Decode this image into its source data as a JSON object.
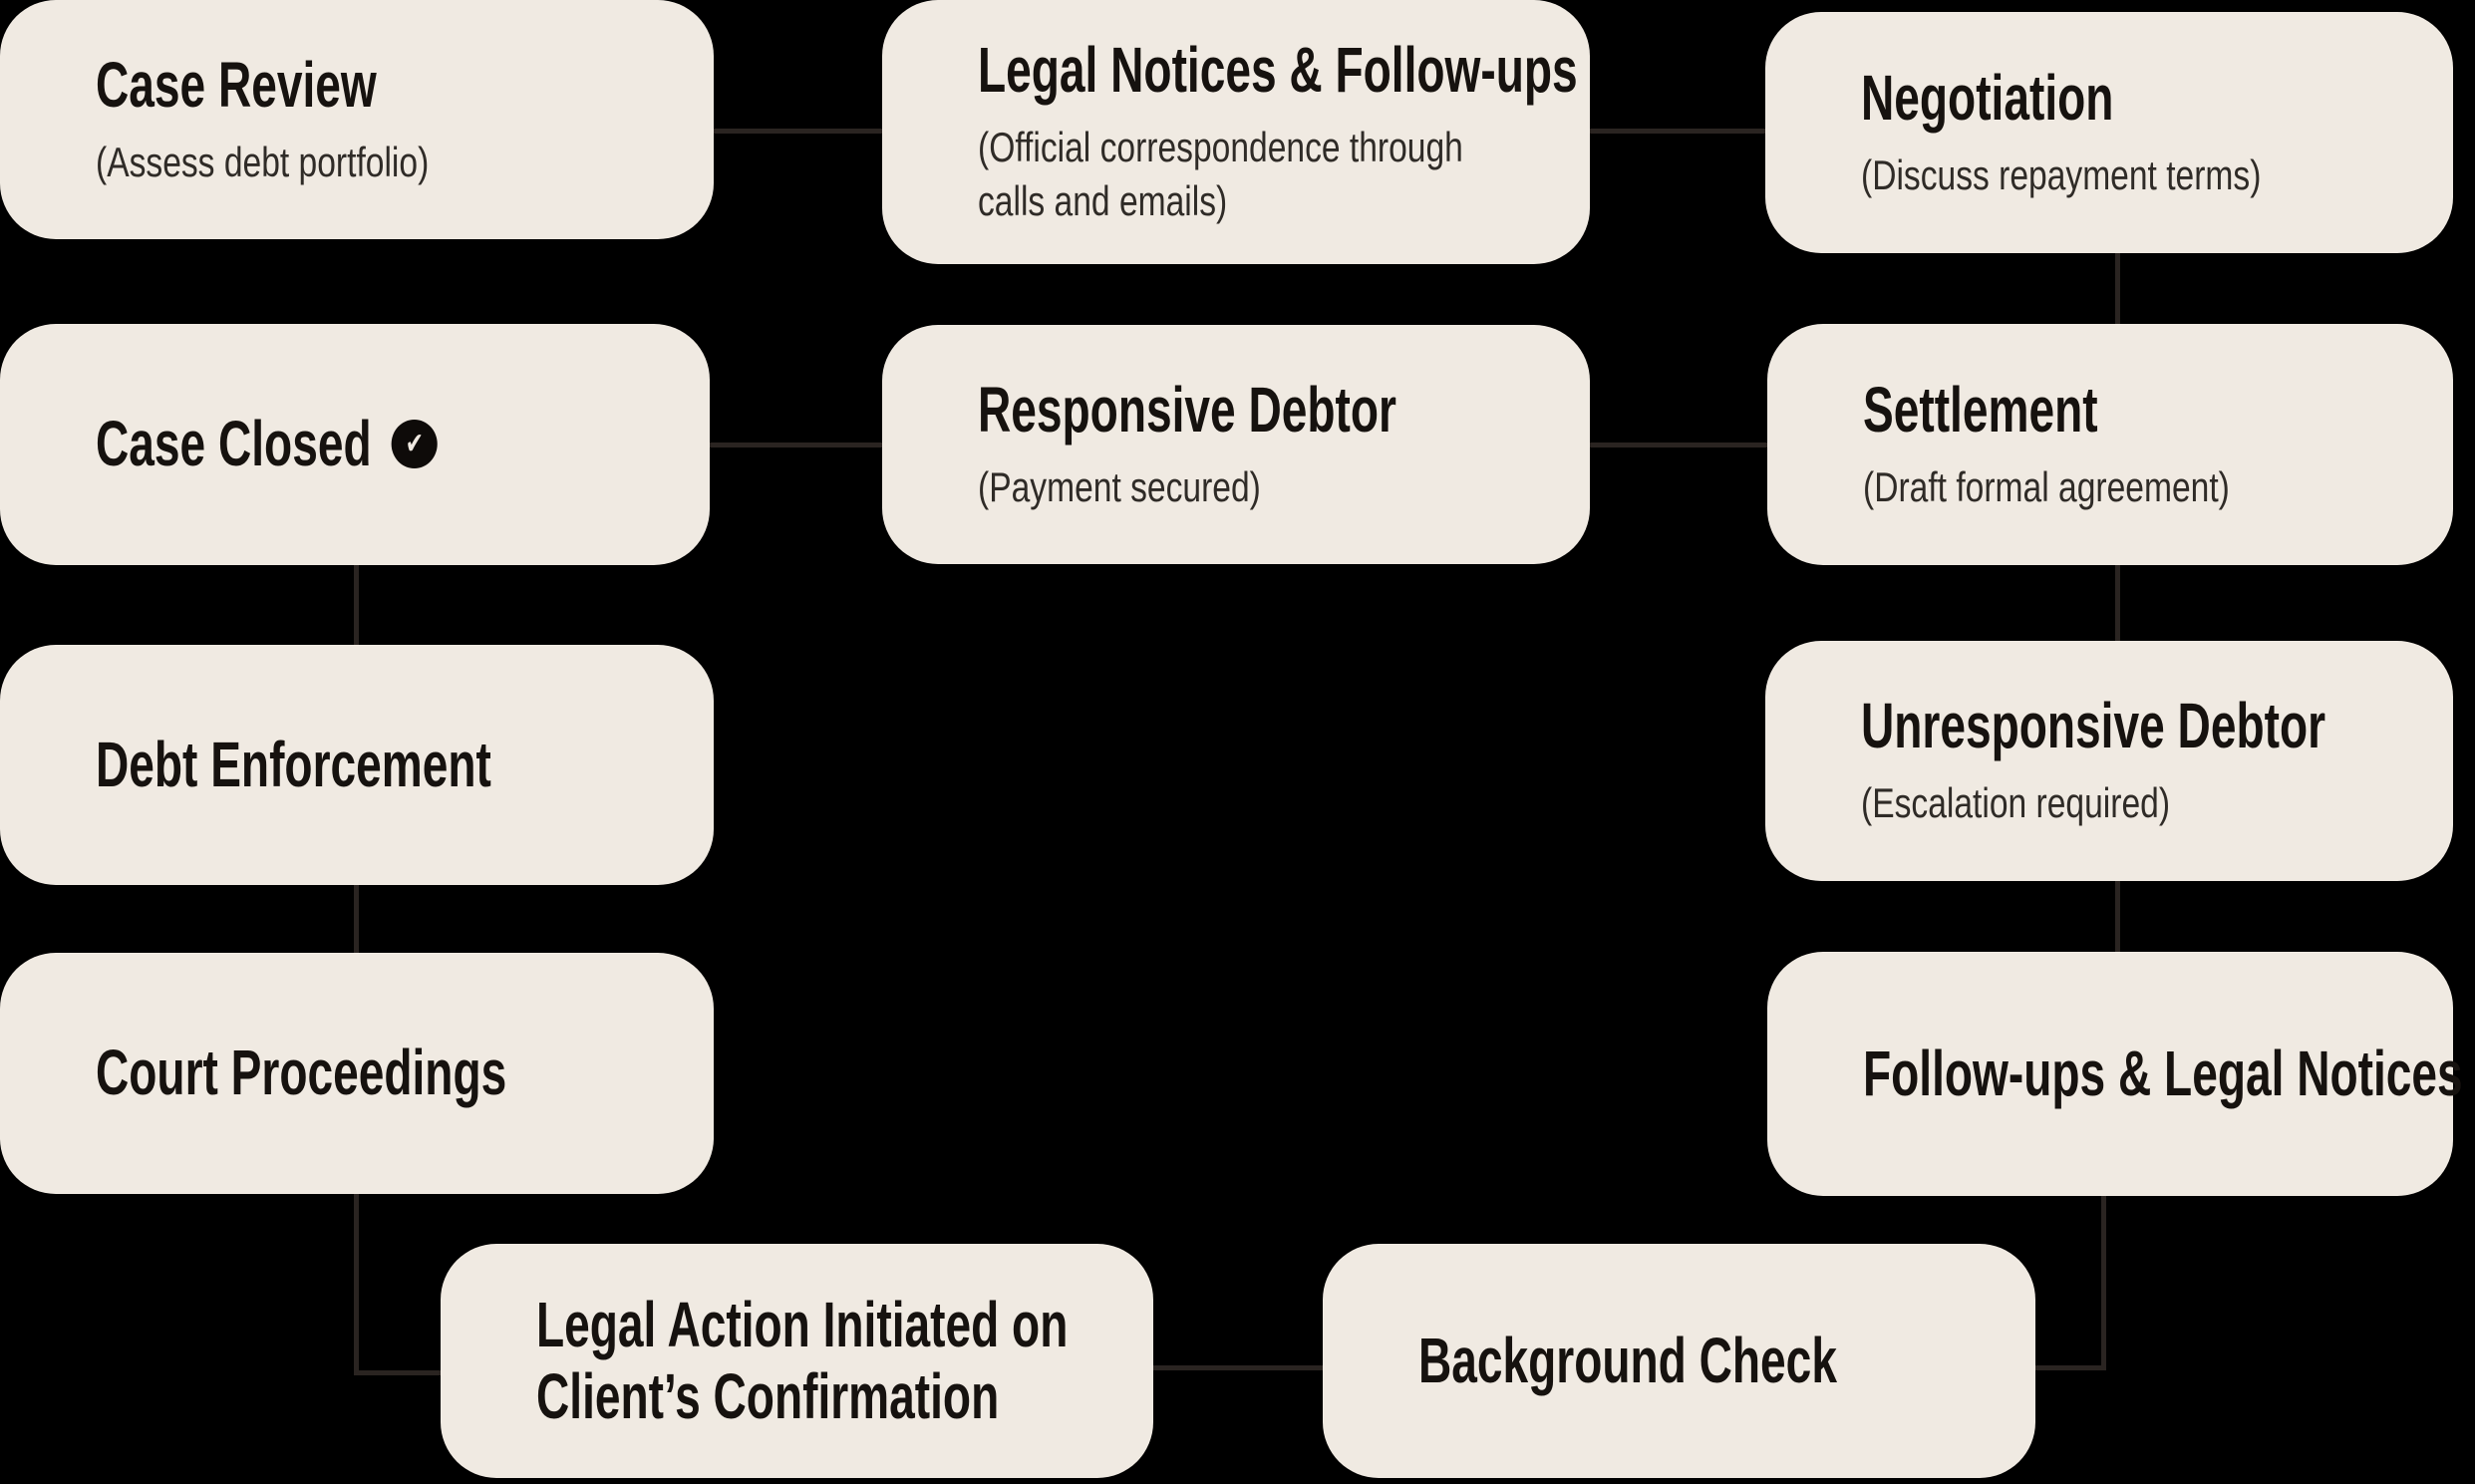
{
  "colors": {
    "background": "#000000",
    "node_fill": "#f0eae2",
    "title": "#16120f",
    "subtitle": "#2f2b27",
    "connector": "#2a2421",
    "check_badge_bg": "#0e0b09",
    "check_badge_glyph": "#f0eae2"
  },
  "nodes": {
    "case_review": {
      "title": "Case Review",
      "subtitle": "(Assess debt portfolio)"
    },
    "legal_notices": {
      "title": "Legal Notices & Follow-ups",
      "subtitle": "(Official correspondence through\ncalls and emails)"
    },
    "negotiation": {
      "title": "Negotiation",
      "subtitle": "(Discuss repayment terms)"
    },
    "case_closed": {
      "title": "Case Closed",
      "check_glyph": "✔"
    },
    "responsive_debtor": {
      "title": "Responsive Debtor",
      "subtitle": "(Payment secured)"
    },
    "settlement": {
      "title": "Settlement",
      "subtitle": "(Draft formal agreement)"
    },
    "debt_enforcement": {
      "title": "Debt Enforcement"
    },
    "unresponsive_debtor": {
      "title": "Unresponsive Debtor",
      "subtitle": "(Escalation required)"
    },
    "court_proceedings": {
      "title": "Court Proceedings"
    },
    "follow_ups": {
      "title": "Follow-ups & Legal Notices"
    },
    "legal_action": {
      "title": "Legal Action Initiated on\nClient’s Confirmation"
    },
    "background_check": {
      "title": "Background Check"
    }
  }
}
